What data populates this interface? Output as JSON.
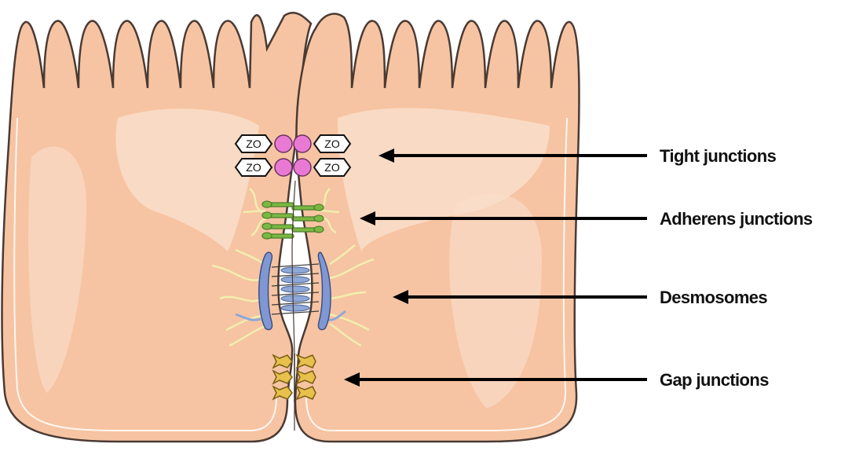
{
  "diagram": {
    "labels": {
      "tight": "Tight junctions",
      "adherens": "Adherens junctions",
      "desmosomes": "Desmosomes",
      "gap": "Gap junctions"
    },
    "zo_text": "ZO"
  },
  "colors": {
    "cell_fill": "#f6c4a2",
    "cell_highlight": "#fae0cd",
    "cell_outline": "#4a3a34",
    "cell_inner_line": "#ffffff",
    "tight_junction_protein": "#e97ad4",
    "adherens_protein": "#7ab843",
    "desmosome_plaque": "#7f98d3",
    "desmosome_filaments": "#f2eeaf",
    "gap_junction": "#e7c14c",
    "arrow": "#000000",
    "label_text": "#111111"
  }
}
